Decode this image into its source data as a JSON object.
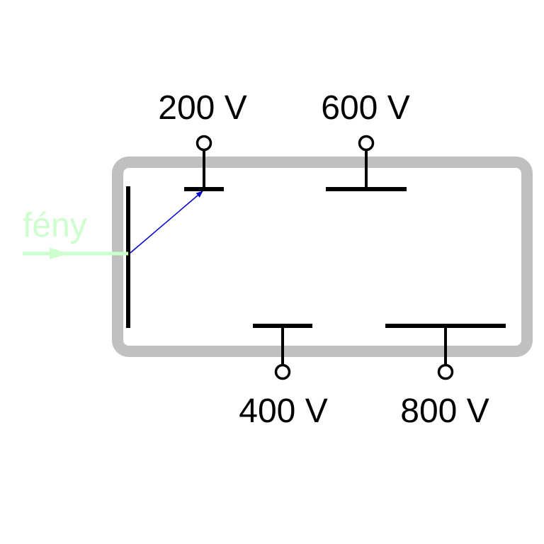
{
  "diagram": {
    "light_label": "fény",
    "electrodes": [
      {
        "voltage": "200 V"
      },
      {
        "voltage": "600 V"
      },
      {
        "voltage": "400 V"
      },
      {
        "voltage": "800 V"
      }
    ]
  },
  "colors": {
    "tube": "#c0c0c0",
    "electrode": "#000000",
    "light": "#ccffcc",
    "electron_path": "#0000cc",
    "background": "#ffffff"
  }
}
